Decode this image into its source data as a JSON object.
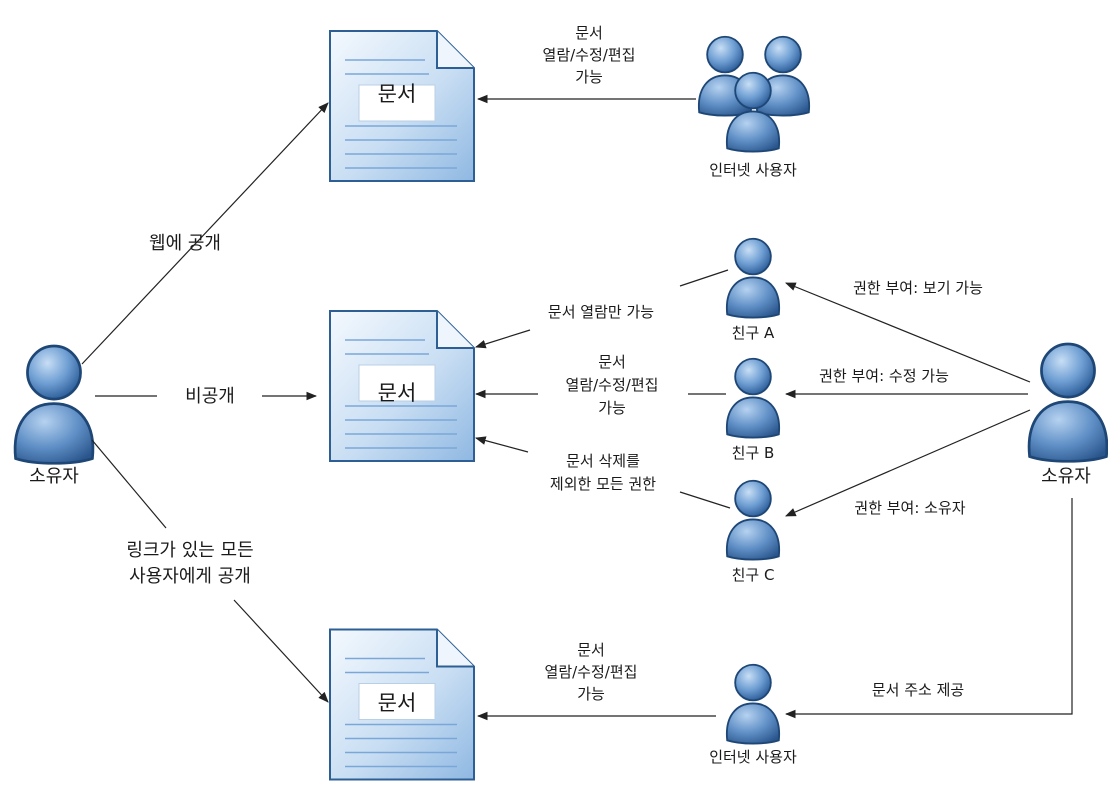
{
  "owner_left": {
    "label": "소유자"
  },
  "owner_right": {
    "label": "소유자"
  },
  "documents": [
    {
      "label": "문서"
    },
    {
      "label": "문서"
    },
    {
      "label": "문서"
    }
  ],
  "edges_left": {
    "web": "웹에 공개",
    "private": "비공개",
    "link": [
      "링크가 있는 모든",
      "사용자에게 공개"
    ]
  },
  "top_group": {
    "label": "인터넷 사용자",
    "access": [
      "문서",
      "열람/수정/편집",
      "가능"
    ]
  },
  "friends": [
    {
      "label": "친구 A",
      "access": [
        "문서 열람만 가능"
      ],
      "grant": "권한 부여: 보기 가능"
    },
    {
      "label": "친구 B",
      "access": [
        "문서",
        "열람/수정/편집",
        "가능"
      ],
      "grant": "권한 부여: 수정 가능"
    },
    {
      "label": "친구 C",
      "access": [
        "문서 삭제를",
        "제외한 모든 권한"
      ],
      "grant": "권한 부여: 소유자"
    }
  ],
  "bottom_user": {
    "label": "인터넷 사용자",
    "access": [
      "문서",
      "열람/수정/편집",
      "가능"
    ],
    "provide": "문서 주소 제공"
  }
}
